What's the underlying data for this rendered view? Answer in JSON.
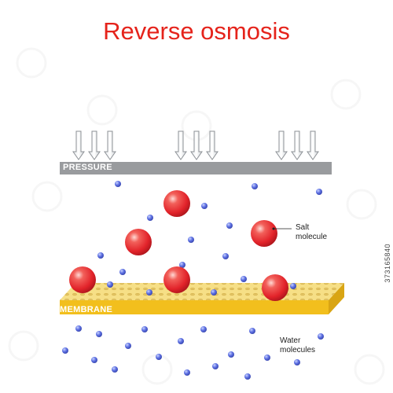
{
  "title": "Reverse osmosis",
  "labels": {
    "pressure": "PRESSURE",
    "membrane": "MEMBRANE",
    "salt_annotation": [
      "Salt",
      "molecule"
    ],
    "water_annotation": [
      "Water",
      "molecules"
    ]
  },
  "watermark": "373165840",
  "colors": {
    "title": "#e5231b",
    "pressure_bar": "#999b9e",
    "membrane": "#f6df86",
    "membrane_stripe": "#f2bf1d",
    "salt": "#e6262b",
    "water": "#5b6ee0"
  },
  "pressure_arrow_groups": 3,
  "arrows_per_group": 3,
  "salt_molecule_count": 6,
  "water_molecule_count": 34
}
